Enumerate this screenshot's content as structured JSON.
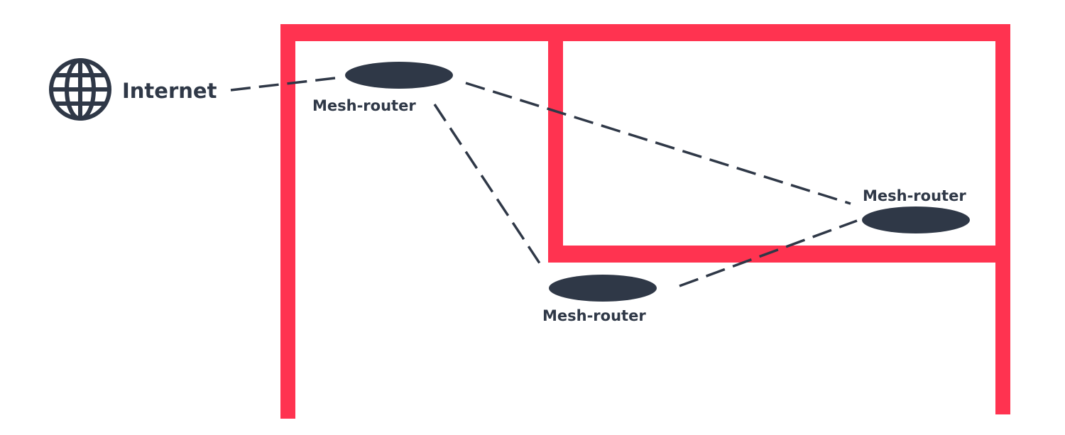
{
  "colors": {
    "wall": "#ff3350",
    "text": "#2f3847",
    "router": "#2f3847",
    "line": "#2f3847"
  },
  "internet": {
    "label": "Internet",
    "icon": "globe-icon"
  },
  "routers": [
    {
      "label": "Mesh-router"
    },
    {
      "label": "Mesh-router"
    },
    {
      "label": "Mesh-router"
    }
  ],
  "connections": [
    {
      "from": "internet",
      "to": "router-1"
    },
    {
      "from": "router-1",
      "to": "router-2"
    },
    {
      "from": "router-1",
      "to": "router-3"
    },
    {
      "from": "router-2",
      "to": "router-3"
    }
  ]
}
